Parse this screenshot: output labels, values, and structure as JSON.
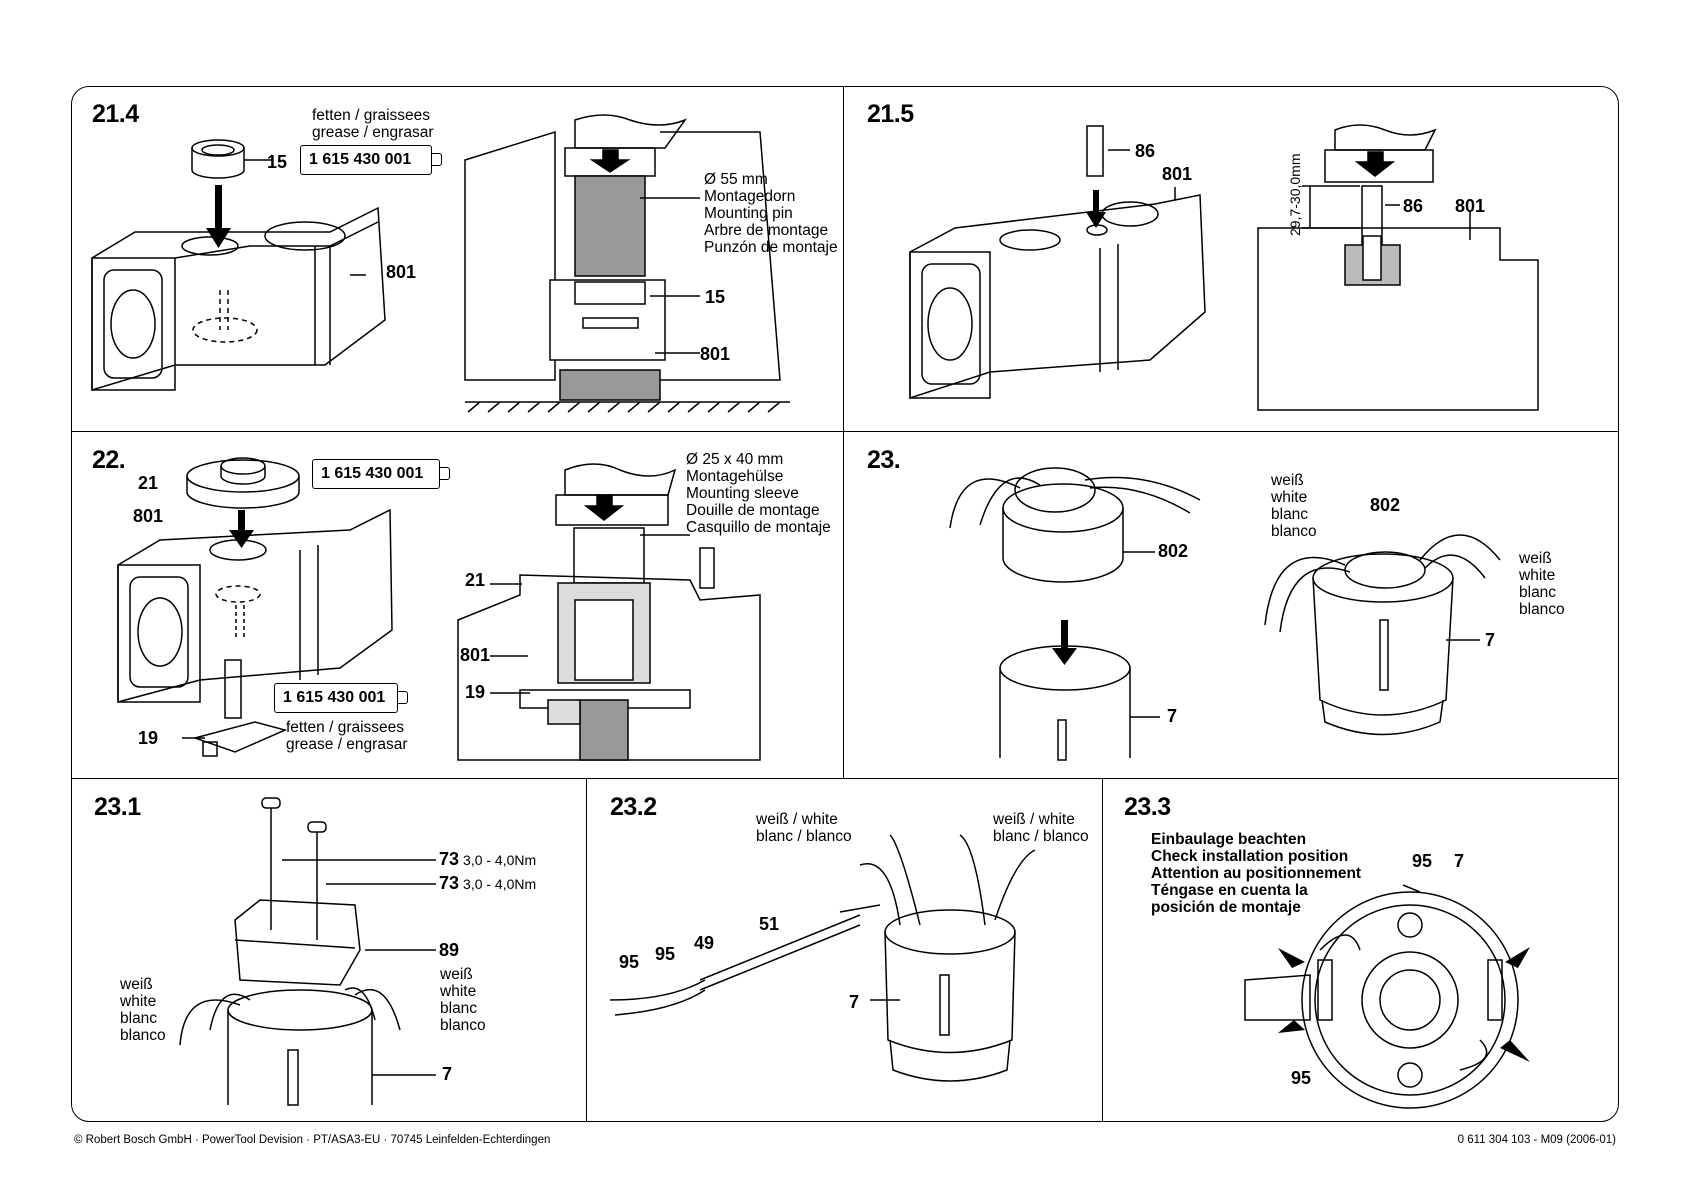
{
  "panels": {
    "p21_4": {
      "title": "21.4",
      "grease_text": [
        "fetten / graissees",
        "grease / engrasar"
      ],
      "tube_code": "1 615 430 001",
      "part_15": "15",
      "part_801": "801",
      "pin_text": [
        "Ø 55 mm",
        "Montagedorn",
        "Mounting pin",
        "Arbre de montage",
        "Punzón de montaje"
      ],
      "detail_15": "15",
      "detail_801": "801"
    },
    "p21_5": {
      "title": "21.5",
      "part_86": "86",
      "part_801": "801",
      "dimension": "29,7-30,0mm",
      "detail_86": "86",
      "detail_801": "801"
    },
    "p22": {
      "title": "22.",
      "part_21": "21",
      "part_801": "801",
      "tube_code_top": "1 615 430 001",
      "tube_code_bottom": "1 615 430 001",
      "part_19": "19",
      "grease_text": [
        "fetten / graissees",
        "grease / engrasar"
      ],
      "sleeve_text": [
        "Ø 25 x 40 mm",
        "Montagehülse",
        "Mounting sleeve",
        "Douille de montage",
        "Casquillo de montaje"
      ],
      "detail_21": "21",
      "detail_801": "801",
      "detail_19": "19"
    },
    "p23": {
      "title": "23.",
      "part_802_left": "802",
      "part_7_left": "7",
      "wire_text": [
        "weiß",
        "white",
        "blanc",
        "blanco"
      ],
      "part_802_right": "802",
      "wire_text_right": [
        "weiß",
        "white",
        "blanc",
        "blanco"
      ],
      "part_7_right": "7"
    },
    "p23_1": {
      "title": "23.1",
      "screw1": "73",
      "torque1": "3,0 - 4,0Nm",
      "screw2": "73",
      "torque2": "3,0 - 4,0Nm",
      "part_89": "89",
      "wire_left": [
        "weiß",
        "white",
        "blanc",
        "blanco"
      ],
      "wire_right": [
        "weiß",
        "white",
        "blanc",
        "blanco"
      ],
      "part_7": "7"
    },
    "p23_2": {
      "title": "23.2",
      "wire_left": [
        "weiß / white",
        "blanc / blanco"
      ],
      "wire_right": [
        "weiß / white",
        "blanc / blanco"
      ],
      "part_51": "51",
      "part_49": "49",
      "part_95a": "95",
      "part_95b": "95",
      "part_7": "7"
    },
    "p23_3": {
      "title": "23.3",
      "note": [
        "Einbaulage beachten",
        "Check installation position",
        "Attention au positionnement",
        "Téngase en cuenta la",
        "posición de montaje"
      ],
      "part_95_top": "95",
      "part_7": "7",
      "part_95_bottom": "95"
    }
  },
  "footer": {
    "left": "© Robert Bosch GmbH · PowerTool Devision · PT/ASA3-EU · 70745 Leinfelden-Echterdingen",
    "right": "0 611 304 103 - M09 (2006-01)"
  }
}
